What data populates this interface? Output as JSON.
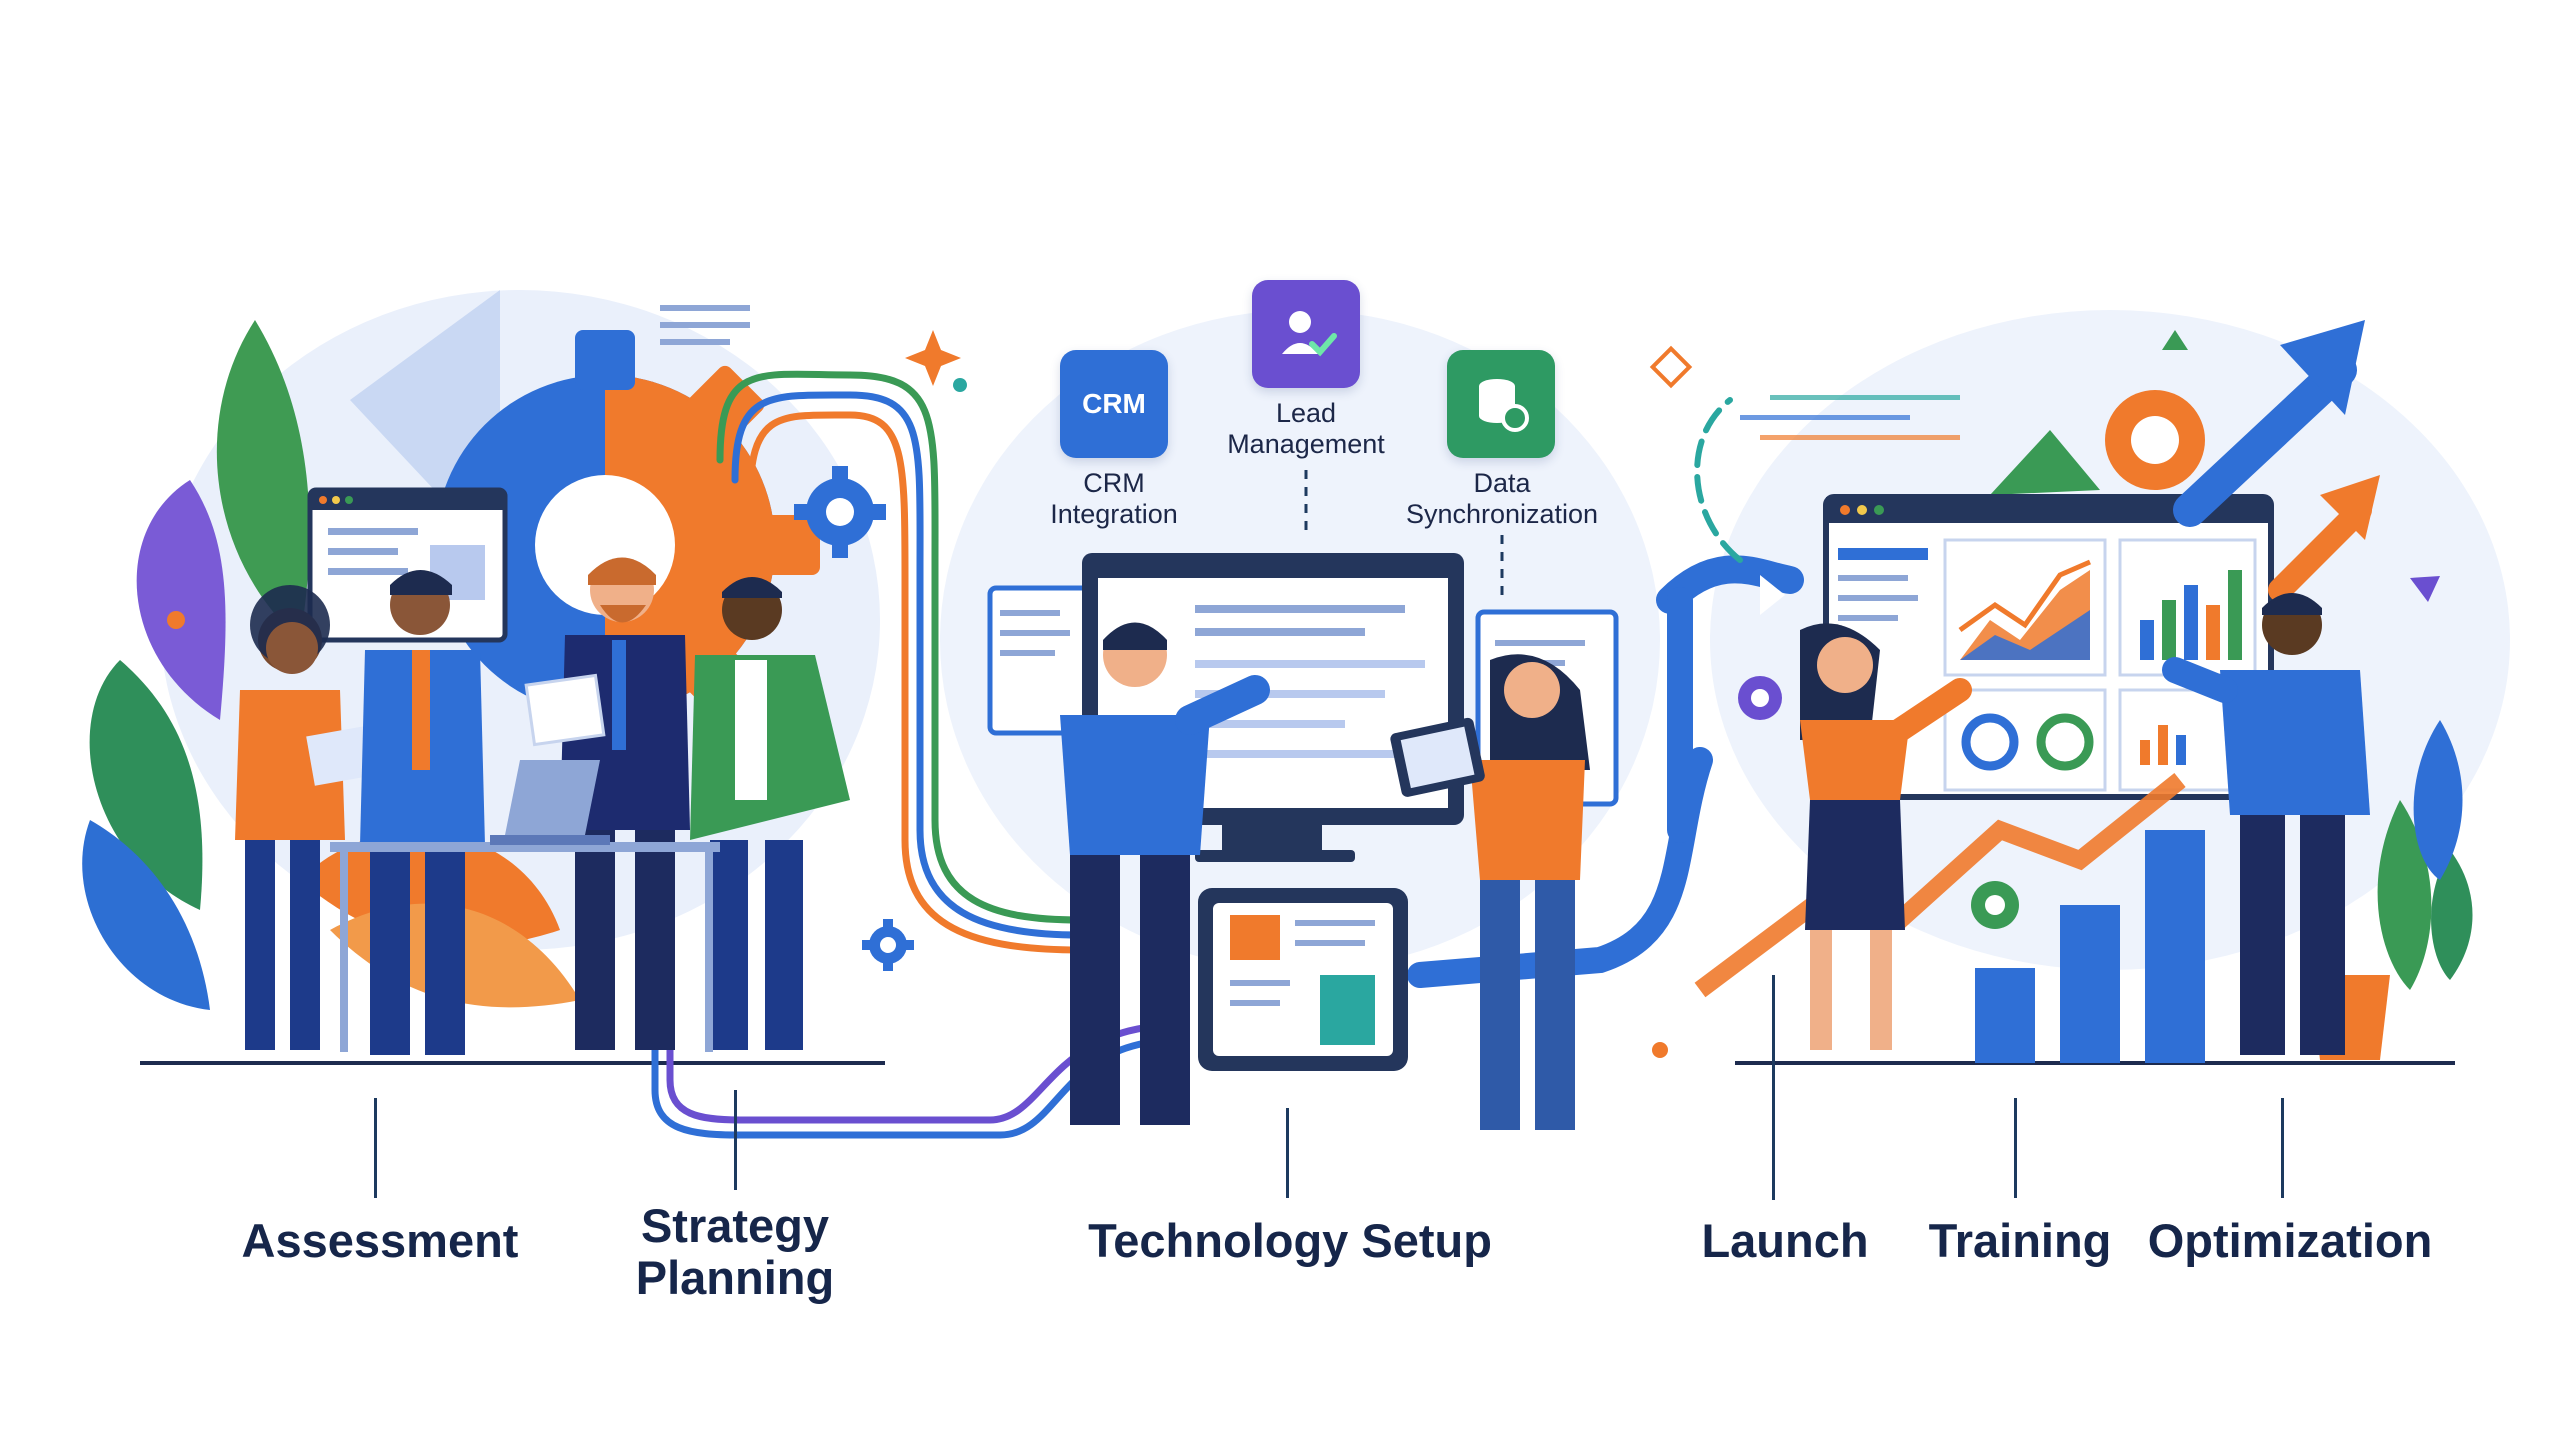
{
  "stages": [
    {
      "id": "assessment",
      "label": "Assessment"
    },
    {
      "id": "strategy",
      "label": "Strategy\nPlanning"
    },
    {
      "id": "technology",
      "label": "Technology Setup"
    },
    {
      "id": "launch",
      "label": "Launch"
    },
    {
      "id": "training",
      "label": "Training"
    },
    {
      "id": "optimization",
      "label": "Optimization"
    }
  ],
  "tools": {
    "crm": {
      "caption": "CRM\nIntegration",
      "badge": "CRM",
      "icon": "cloud-icon",
      "color": "#2f6fd6"
    },
    "lead": {
      "caption": "Lead\nManagement",
      "icon": "user-check-icon",
      "color": "#6a4fd0"
    },
    "data": {
      "caption": "Data\nSynchronization",
      "icon": "database-sync-icon",
      "color": "#2e9a63"
    }
  },
  "colors": {
    "navy": "#16264a",
    "orange": "#f07a2c",
    "blue": "#2f6fd6",
    "green": "#3a9a55",
    "purple": "#6a4fd0",
    "teal": "#2aa7a0"
  }
}
